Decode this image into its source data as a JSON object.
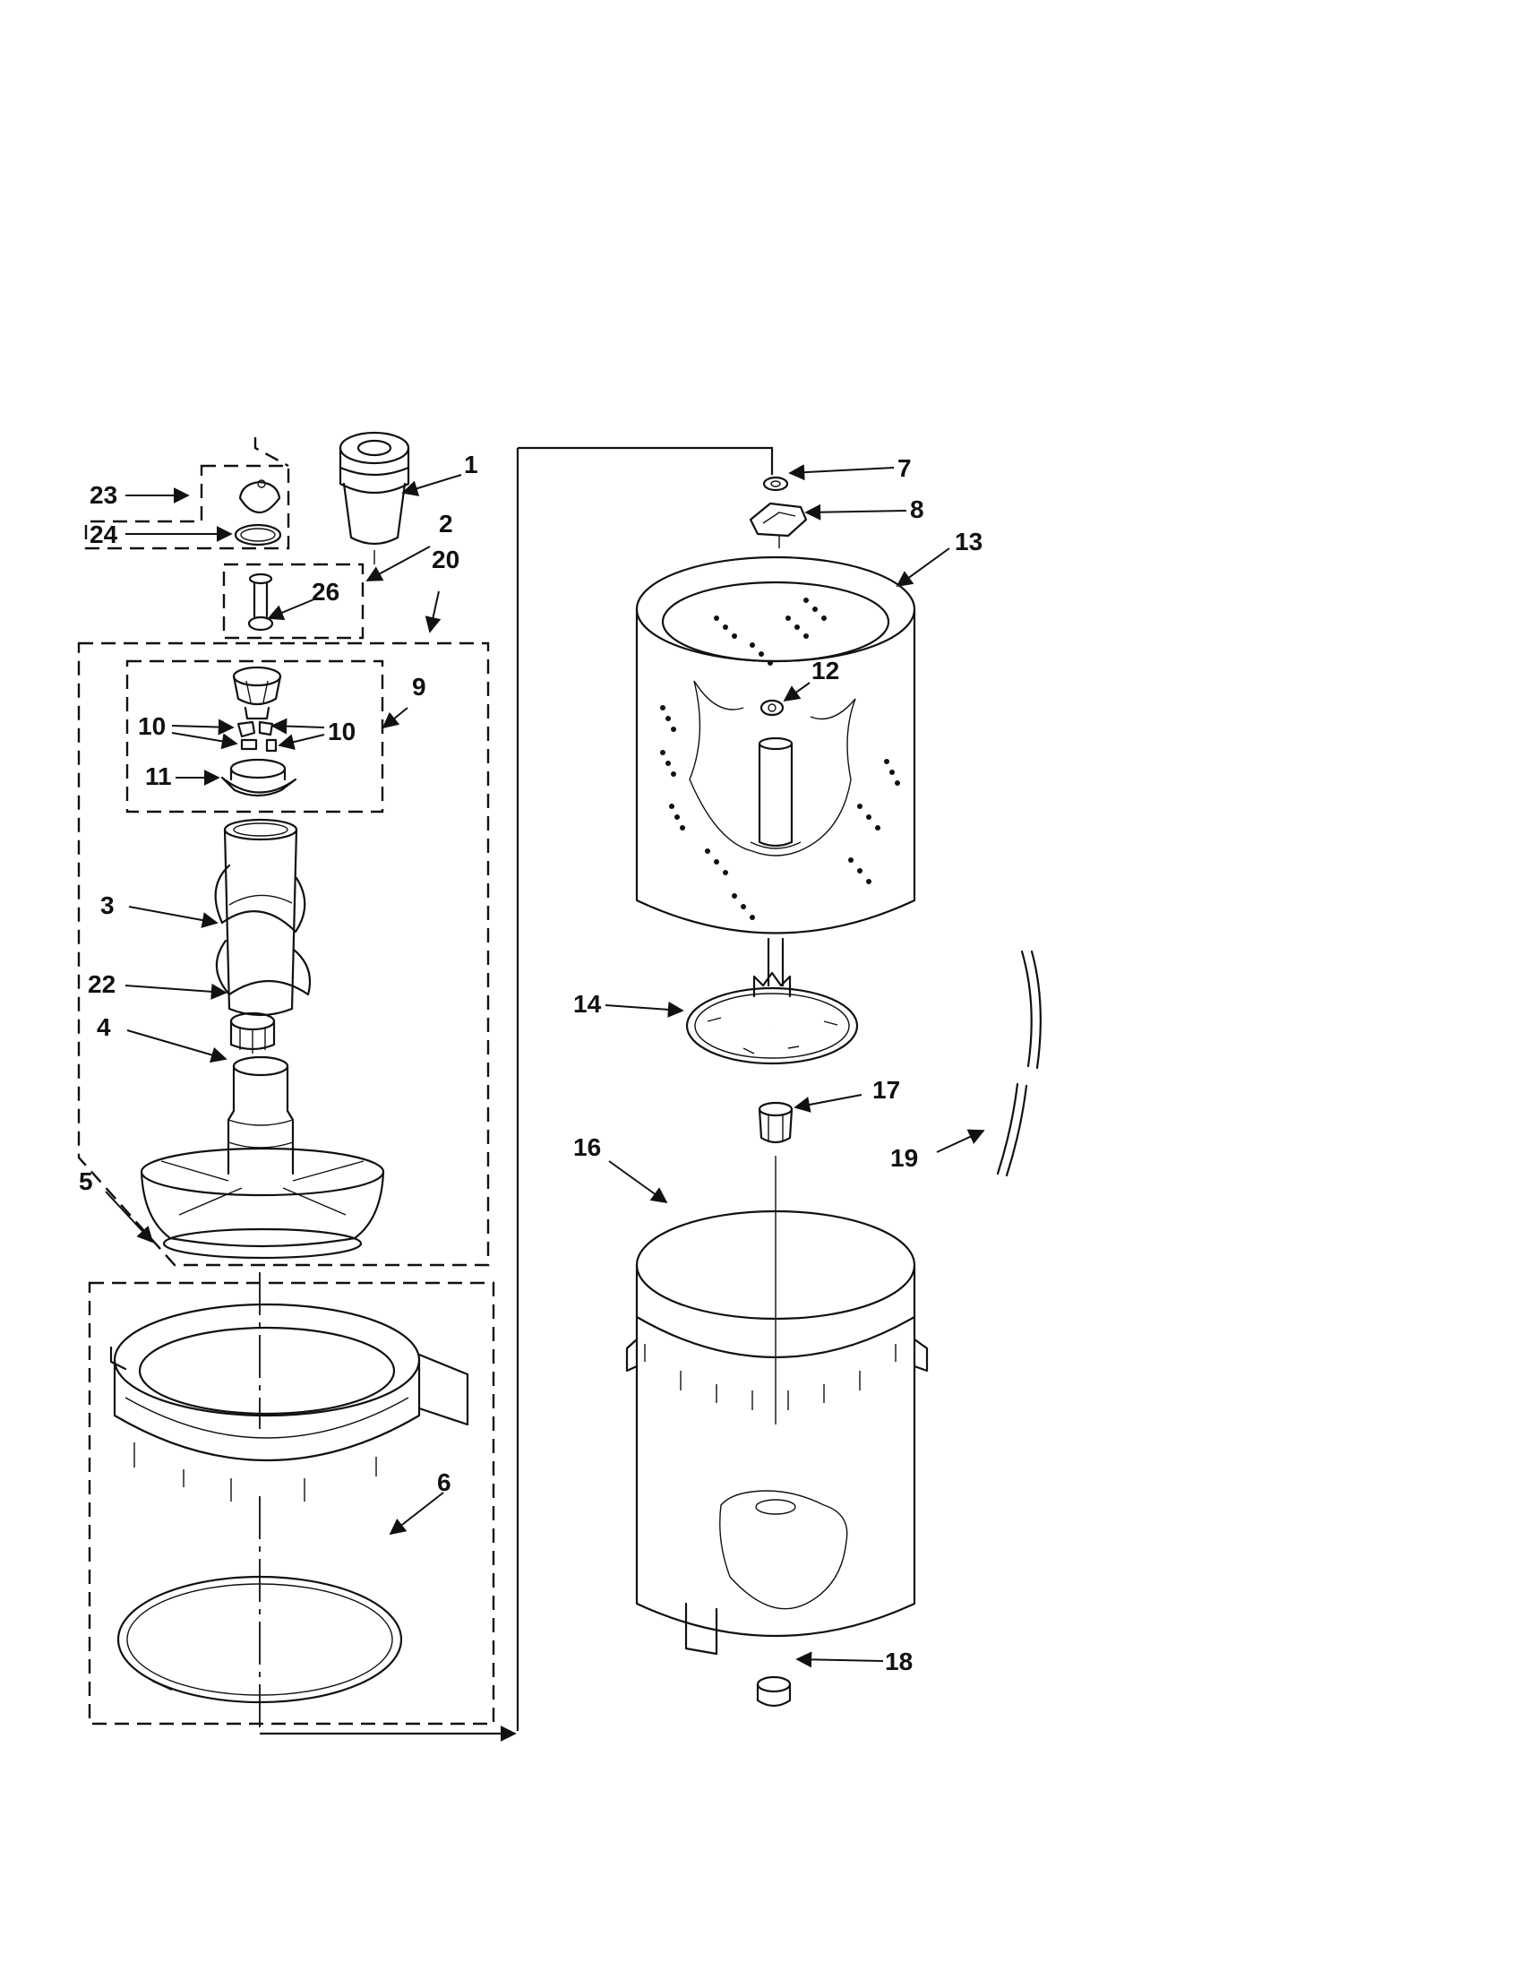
{
  "colors": {
    "ink": "#111111",
    "paper": "#ffffff"
  },
  "callouts": [
    {
      "id": "c1",
      "text": "1"
    },
    {
      "id": "c2",
      "text": "2"
    },
    {
      "id": "c3",
      "text": "3"
    },
    {
      "id": "c4",
      "text": "4"
    },
    {
      "id": "c5",
      "text": "5"
    },
    {
      "id": "c6",
      "text": "6"
    },
    {
      "id": "c7",
      "text": "7"
    },
    {
      "id": "c8",
      "text": "8"
    },
    {
      "id": "c9",
      "text": "9"
    },
    {
      "id": "c10a",
      "text": "10"
    },
    {
      "id": "c10b",
      "text": "10"
    },
    {
      "id": "c11",
      "text": "11"
    },
    {
      "id": "c12",
      "text": "12"
    },
    {
      "id": "c13",
      "text": "13"
    },
    {
      "id": "c14",
      "text": "14"
    },
    {
      "id": "c16",
      "text": "16"
    },
    {
      "id": "c17",
      "text": "17"
    },
    {
      "id": "c18",
      "text": "18"
    },
    {
      "id": "c19",
      "text": "19"
    },
    {
      "id": "c20",
      "text": "20"
    },
    {
      "id": "c22",
      "text": "22"
    },
    {
      "id": "c23",
      "text": "23"
    },
    {
      "id": "c24",
      "text": "24"
    },
    {
      "id": "c26",
      "text": "26"
    }
  ]
}
